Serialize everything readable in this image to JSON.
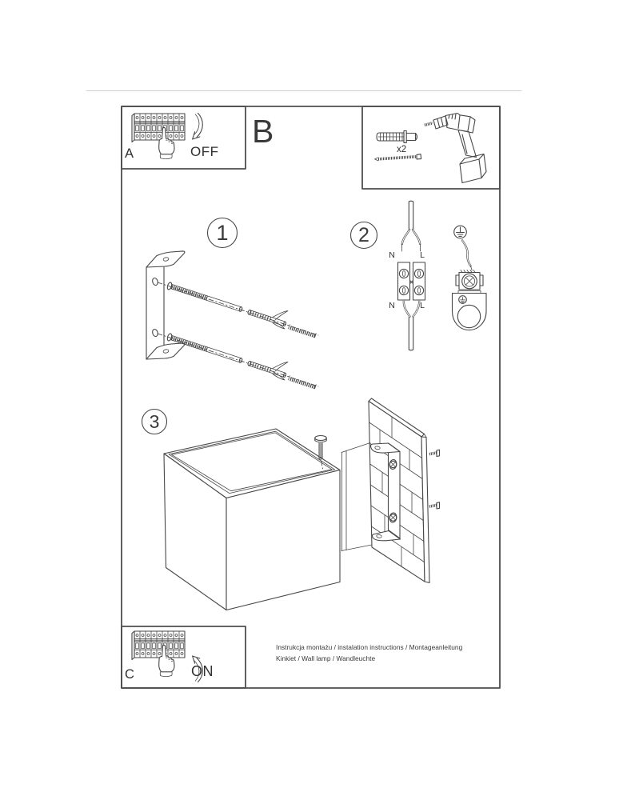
{
  "colors": {
    "ink": "#474747",
    "frame": "#4e4e4e",
    "paper": "#ffffff",
    "scan_line": "#cfcfcf",
    "text": "#303030"
  },
  "box_a": {
    "label": "A",
    "state": "OFF"
  },
  "section_b": {
    "letter": "B"
  },
  "parts_box": {
    "quantity": "x2"
  },
  "step1": {
    "number": "1"
  },
  "step2": {
    "number": "2",
    "n_top": "N",
    "l_top": "L",
    "n_bottom": "N",
    "l_bottom": "L"
  },
  "step3": {
    "number": "3"
  },
  "box_c": {
    "label": "C",
    "state": "ON"
  },
  "footer": {
    "line1": "Instrukcja montażu / instalation instructions / Montageanleitung",
    "line2": "Kinkiet / Wall lamp / Wandleuchte"
  }
}
